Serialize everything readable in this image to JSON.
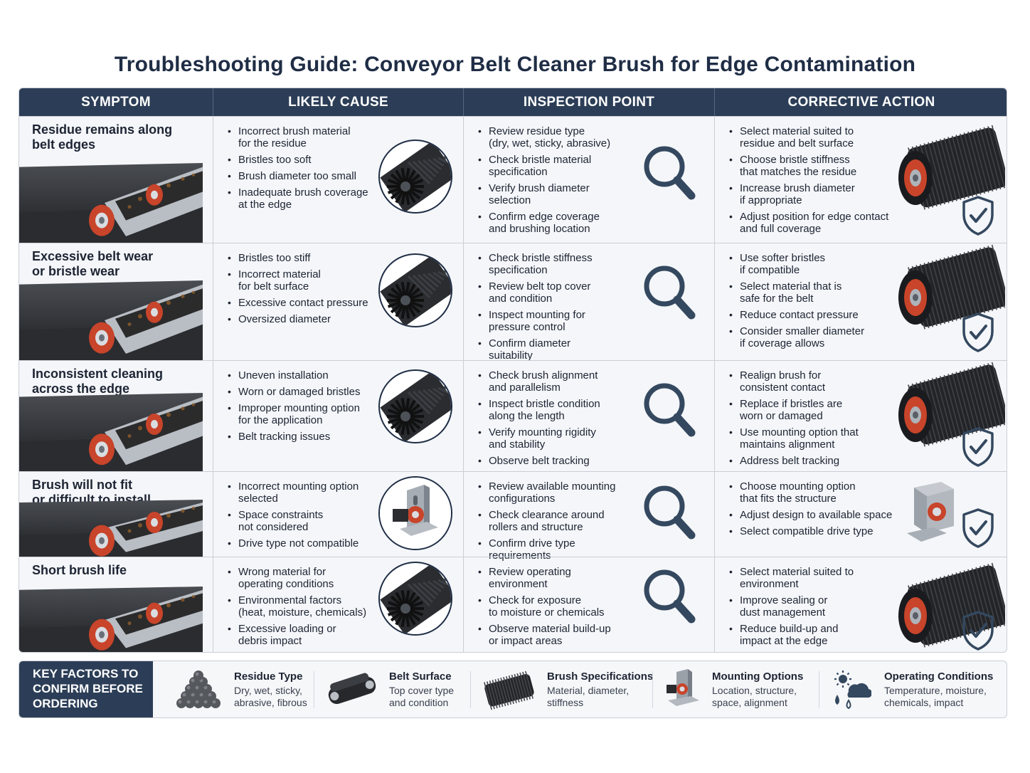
{
  "title": "Troubleshooting Guide: Conveyor Belt Cleaner Brush for Edge Contamination",
  "headers": {
    "symptom": "SYMPTOM",
    "cause": "LIKELY CAUSE",
    "inspection": "INSPECTION POINT",
    "action": "CORRECTIVE ACTION"
  },
  "rows": [
    {
      "symptom": "Residue remains along\nbelt edges",
      "causes": [
        "Incorrect brush material\nfor the residue",
        "Bristles too soft",
        "Brush diameter too small",
        "Inadequate brush coverage\nat the edge"
      ],
      "inspections": [
        "Review residue type\n(dry, wet, sticky, abrasive)",
        "Check bristle material\nspecification",
        "Verify brush diameter\nselection",
        "Confirm edge coverage\nand brushing location"
      ],
      "actions": [
        "Select material suited to\nresidue and belt surface",
        "Choose bristle stiffness\nthat matches the residue",
        "Increase brush diameter\nif appropriate",
        "Adjust position for edge contact\nand full coverage"
      ]
    },
    {
      "symptom": "Excessive belt wear\nor bristle wear",
      "causes": [
        "Bristles too stiff",
        "Incorrect material\nfor belt surface",
        "Excessive contact pressure",
        "Oversized diameter"
      ],
      "inspections": [
        "Check bristle stiffness\nspecification",
        "Review belt top cover\nand condition",
        "Inspect mounting for\npressure control",
        "Confirm diameter\nsuitability"
      ],
      "actions": [
        "Use softer bristles\nif compatible",
        "Select material that is\nsafe for the belt",
        "Reduce contact pressure",
        "Consider smaller diameter\nif coverage allows"
      ]
    },
    {
      "symptom": "Inconsistent cleaning\nacross the edge",
      "causes": [
        "Uneven installation",
        "Worn or damaged bristles",
        "Improper mounting option\nfor the application",
        "Belt tracking issues"
      ],
      "inspections": [
        "Check brush alignment\nand parallelism",
        "Inspect bristle condition\nalong the length",
        "Verify mounting rigidity\nand stability",
        "Observe belt tracking"
      ],
      "actions": [
        "Realign brush for\nconsistent contact",
        "Replace if bristles are\nworn or damaged",
        "Use mounting option that\nmaintains alignment",
        "Address belt tracking"
      ]
    },
    {
      "symptom": "Brush will not fit\nor difficult to install",
      "causes": [
        "Incorrect mounting option\nselected",
        "Space constraints\nnot considered",
        "Drive type not compatible"
      ],
      "inspections": [
        "Review available mounting\nconfigurations",
        "Check clearance around\nrollers and structure",
        "Confirm drive type\nrequirements"
      ],
      "actions": [
        "Choose mounting option\nthat fits the structure",
        "Adjust design to available space",
        "Select compatible drive type"
      ]
    },
    {
      "symptom": "Short brush life",
      "causes": [
        "Wrong material for\noperating conditions",
        "Environmental factors\n(heat, moisture, chemicals)",
        "Excessive loading or\ndebris impact"
      ],
      "inspections": [
        "Review operating\nenvironment",
        "Check for exposure\nto moisture or chemicals",
        "Observe material build-up\nor impact areas"
      ],
      "actions": [
        "Select material suited to\nenvironment",
        "Improve sealing or\ndust management",
        "Reduce build-up and\nimpact at the edge"
      ]
    }
  ],
  "key_factors": {
    "label": "KEY FACTORS TO\nCONFIRM BEFORE\nORDERING",
    "items": [
      {
        "title": "Residue Type",
        "desc": "Dry, wet, sticky,\nabrasive, fibrous",
        "icon": "residue-pile-icon"
      },
      {
        "title": "Belt Surface",
        "desc": "Top cover type\nand condition",
        "icon": "belt-surface-icon"
      },
      {
        "title": "Brush Specifications",
        "desc": "Material, diameter,\nstiffness",
        "icon": "brush-icon"
      },
      {
        "title": "Mounting Options",
        "desc": "Location, structure,\nspace, alignment",
        "icon": "mounting-bracket-icon"
      },
      {
        "title": "Operating Conditions",
        "desc": "Temperature, moisture,\nchemicals, impact",
        "icon": "weather-icon"
      }
    ]
  },
  "colors": {
    "header_bg": "#2c3e57",
    "accent_orange": "#c8442a",
    "icon_navy": "#34485f"
  }
}
